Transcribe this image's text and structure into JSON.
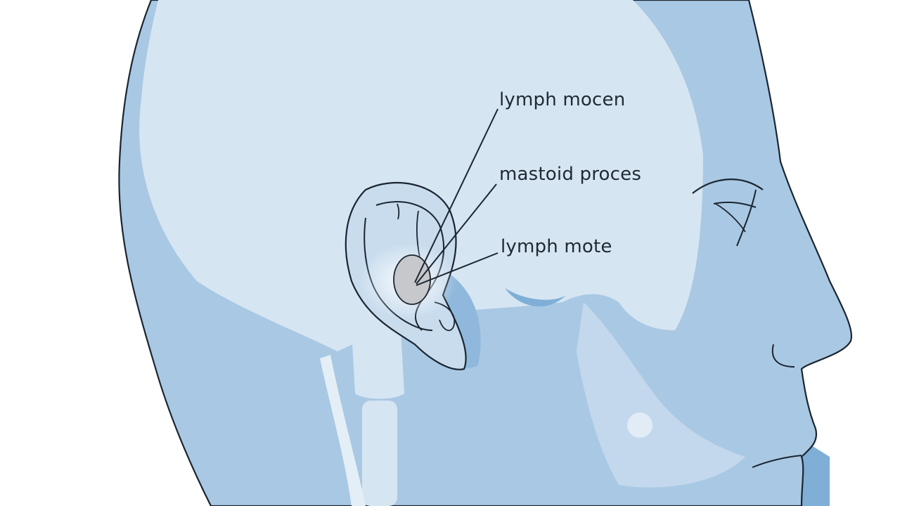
{
  "diagram": {
    "labels": [
      {
        "id": "label-lymph-mocen",
        "text": "lymph mocen"
      },
      {
        "id": "label-mastoid-proces",
        "text": "mastoid proces"
      },
      {
        "id": "label-lymph-mote",
        "text": "lymph mote"
      }
    ]
  },
  "colors": {
    "background": "#ffffff",
    "skin_light": "#d6e5f2",
    "skin_mid": "#a9c8e3",
    "skin_dark": "#7fafd6",
    "outline": "#1b2530",
    "node_fill": "#c6c8cb"
  }
}
